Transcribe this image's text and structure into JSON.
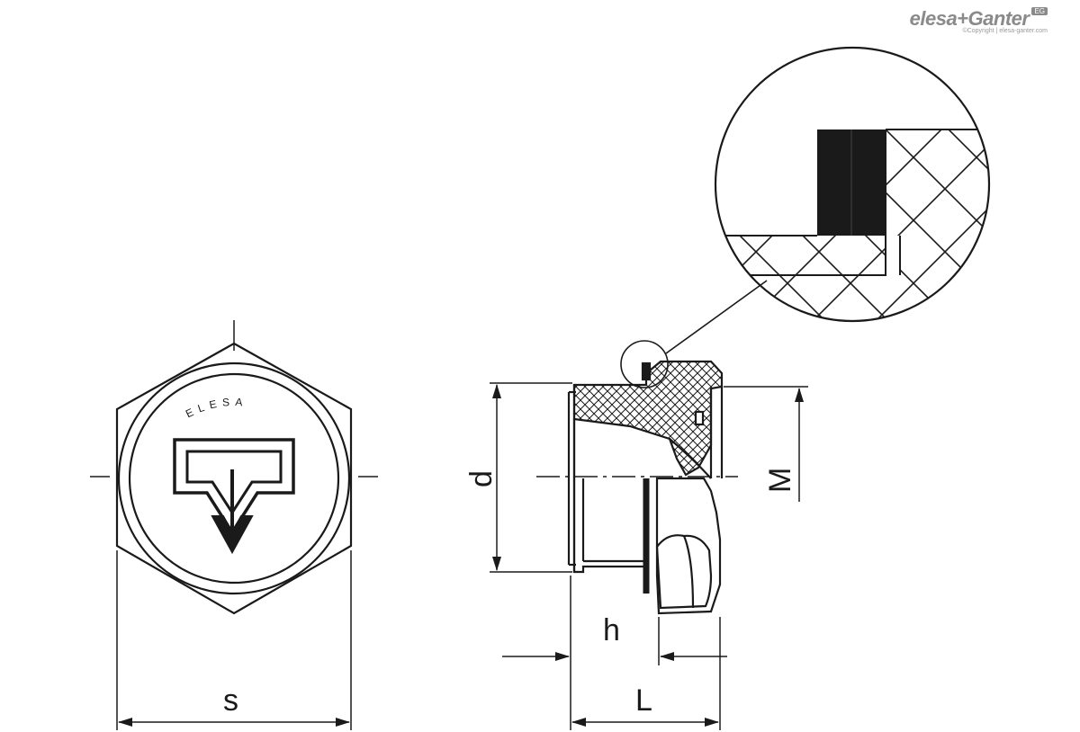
{
  "brand": {
    "name": "elesa+Ganter",
    "badge": "EG",
    "copyright": "©Copyright | elesa-ganter.com"
  },
  "emblem_text": "ELESA",
  "dimensions": {
    "s": "s",
    "d": "d",
    "M": "M",
    "h": "h",
    "L": "L"
  },
  "colors": {
    "line": "#1a1a1a",
    "brand": "#8a8a8a"
  }
}
